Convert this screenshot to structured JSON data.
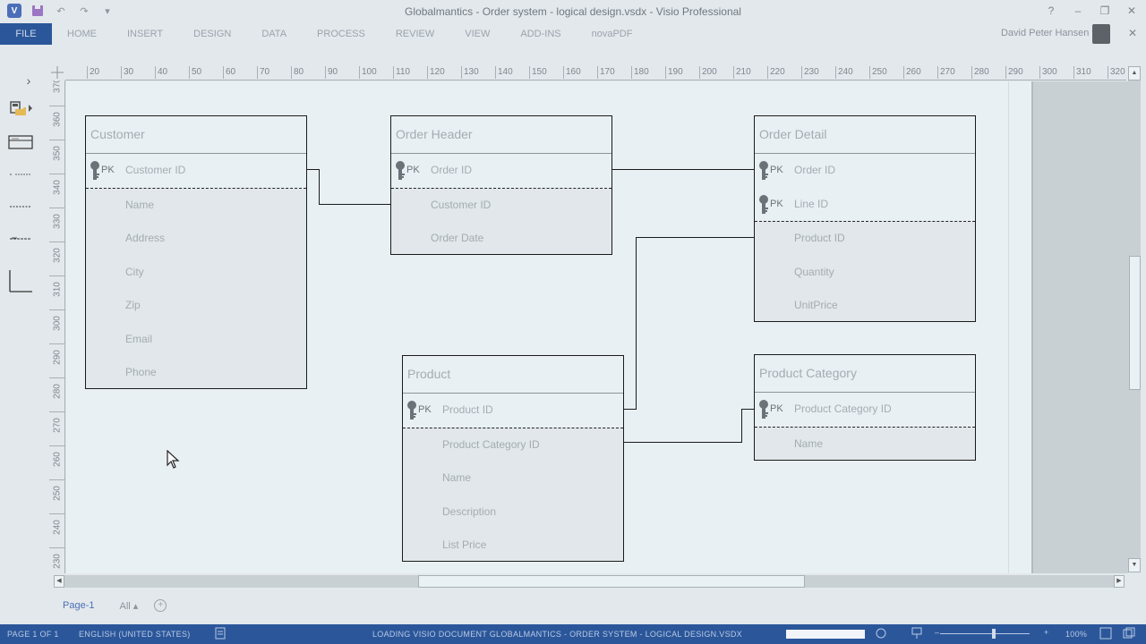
{
  "window": {
    "title": "Globalmantics - Order system - logical design.vsdx - Visio Professional",
    "controls": {
      "help": "?",
      "minimize": "–",
      "restore": "❐",
      "close": "✕"
    }
  },
  "quick_access": {
    "undo": "↶",
    "redo": "↷",
    "more": "▾"
  },
  "ribbon": {
    "file_label": "FILE",
    "tabs": [
      "HOME",
      "INSERT",
      "DESIGN",
      "DATA",
      "PROCESS",
      "REVIEW",
      "VIEW",
      "ADD-INS",
      "novaPDF"
    ],
    "user_name": "David Peter Hansen",
    "user_dropdown": "▾",
    "close": "✕"
  },
  "shapes_panel": {
    "expand": "›",
    "items": [
      "entity-shape",
      "attribute-shape",
      "relationship-shape",
      "dashed-connector",
      "parent-to-category",
      "category-shape"
    ]
  },
  "rulers": {
    "horizontal": [
      "20",
      "30",
      "40",
      "50",
      "60",
      "70",
      "80",
      "90",
      "100",
      "110",
      "120",
      "130",
      "140",
      "150",
      "160",
      "170",
      "180",
      "190",
      "200",
      "210",
      "220",
      "230",
      "240",
      "250",
      "260",
      "270",
      "280",
      "290",
      "300",
      "310",
      "320"
    ],
    "vertical": [
      "370",
      "360",
      "350",
      "340",
      "330",
      "320",
      "310",
      "300",
      "290",
      "280",
      "270",
      "260",
      "250",
      "240",
      "230"
    ]
  },
  "entities": [
    {
      "id": "customer",
      "title": "Customer",
      "pk_rows": [
        {
          "label": "PK",
          "name": "Customer ID"
        }
      ],
      "rows": [
        "Name",
        "Address",
        "City",
        "Zip",
        "Email",
        "Phone"
      ]
    },
    {
      "id": "order-header",
      "title": "Order Header",
      "pk_rows": [
        {
          "label": "PK",
          "name": "Order ID"
        }
      ],
      "rows": [
        "Customer ID",
        "Order Date"
      ]
    },
    {
      "id": "order-detail",
      "title": "Order Detail",
      "pk_rows": [
        {
          "label": "PK",
          "name": "Order ID"
        },
        {
          "label": "PK",
          "name": "Line ID"
        }
      ],
      "rows": [
        "Product ID",
        "Quantity",
        "UnitPrice"
      ]
    },
    {
      "id": "product",
      "title": "Product",
      "pk_rows": [
        {
          "label": "PK",
          "name": "Product ID"
        }
      ],
      "rows": [
        "Product Category ID",
        "Name",
        "Description",
        "List Price"
      ]
    },
    {
      "id": "product-category",
      "title": "Product Category",
      "pk_rows": [
        {
          "label": "PK",
          "name": "Product Category ID"
        }
      ],
      "rows": [
        "Name"
      ]
    }
  ],
  "page_tabs": {
    "current": "Page-1",
    "all": "All ▴",
    "add": "+"
  },
  "status_bar": {
    "page": "PAGE 1 OF 1",
    "language": "ENGLISH (UNITED STATES)",
    "loading": "LOADING VISIO DOCUMENT GLOBALMANTICS - ORDER SYSTEM - LOGICAL DESIGN.VSDX",
    "zoom_percent": "100%"
  },
  "colors": {
    "accent": "#2b579a",
    "canvas": "#e9f0f4",
    "entity_body": "#e1e7ea",
    "connector": "#1a1a1a"
  }
}
